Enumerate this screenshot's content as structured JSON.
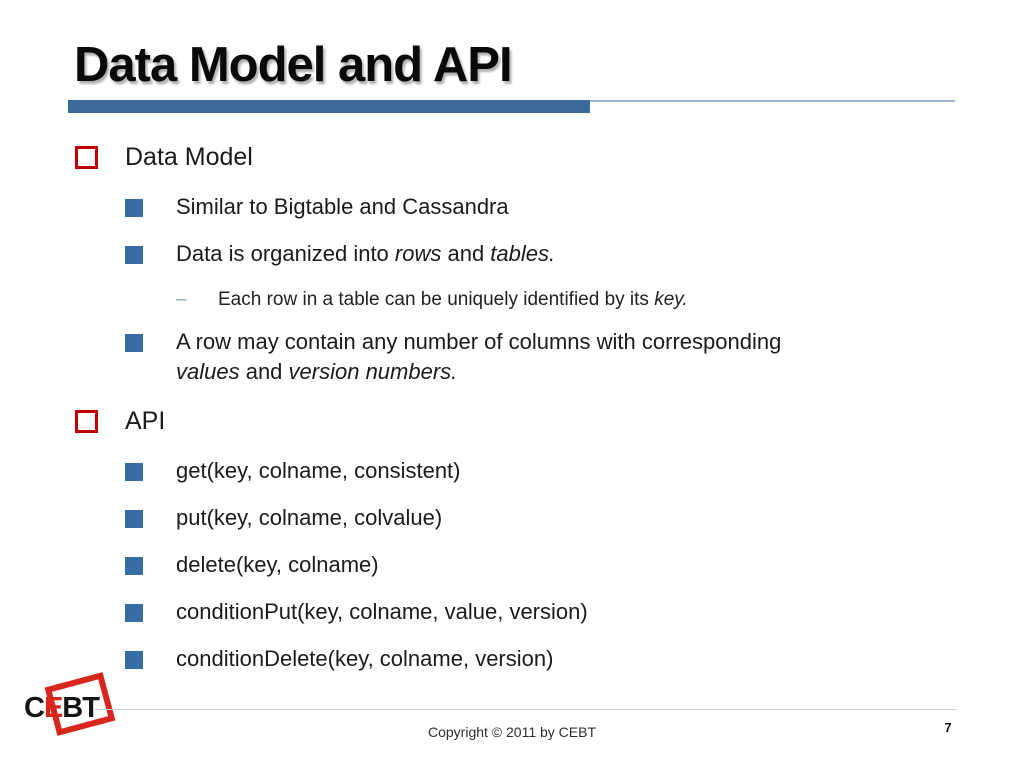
{
  "slide": {
    "title": "Data Model and API",
    "page_number": "7",
    "footer_text": "Copyright © 2011 by CEBT",
    "logo": {
      "letters": [
        "C",
        "E",
        "B",
        "T"
      ]
    }
  },
  "icons": {
    "dash_bullet": "–",
    "level1_bullet": "red-hollow-square",
    "level2_bullet": "blue-filled-square"
  },
  "colors": {
    "title_bar_blue": "#3A6B9B",
    "title_rule_light": "#9DB4CB",
    "bullet_blue": "#376EA1",
    "bullet_red": "#C00000",
    "dash_gray_blue": "#93A3BB",
    "logo_red": "#D9261C",
    "body_text": "#1B1B1B",
    "footer_rule": "#C7CDD5"
  },
  "content": {
    "items": [
      {
        "level": 1,
        "runs": [
          {
            "text": "Data Model"
          }
        ]
      },
      {
        "level": 2,
        "runs": [
          {
            "text": "Similar to Bigtable and Cassandra"
          }
        ]
      },
      {
        "level": 2,
        "runs": [
          {
            "text": "Data is organized into "
          },
          {
            "text": "rows",
            "italic": true
          },
          {
            "text": " and "
          },
          {
            "text": "tables.",
            "italic": true
          }
        ]
      },
      {
        "level": 3,
        "runs": [
          {
            "text": "Each row in a table can be uniquely identified by its "
          },
          {
            "text": "key.",
            "italic": true
          }
        ]
      },
      {
        "level": 2,
        "runs": [
          {
            "text": "A row may contain any number of columns with corresponding",
            "break_after": true
          },
          {
            "text": "values",
            "italic": true
          },
          {
            "text": " and "
          },
          {
            "text": "version numbers.",
            "italic": true
          }
        ]
      },
      {
        "level": 1,
        "runs": [
          {
            "text": "API"
          }
        ]
      },
      {
        "level": 2,
        "runs": [
          {
            "text": "get(key, colname, consistent)"
          }
        ]
      },
      {
        "level": 2,
        "runs": [
          {
            "text": "put(key, colname, colvalue)"
          }
        ]
      },
      {
        "level": 2,
        "runs": [
          {
            "text": "delete(key, colname)"
          }
        ]
      },
      {
        "level": 2,
        "runs": [
          {
            "text": "conditionPut(key, colname, value, version)"
          }
        ]
      },
      {
        "level": 2,
        "runs": [
          {
            "text": "conditionDelete(key, colname, version)"
          }
        ]
      }
    ]
  }
}
